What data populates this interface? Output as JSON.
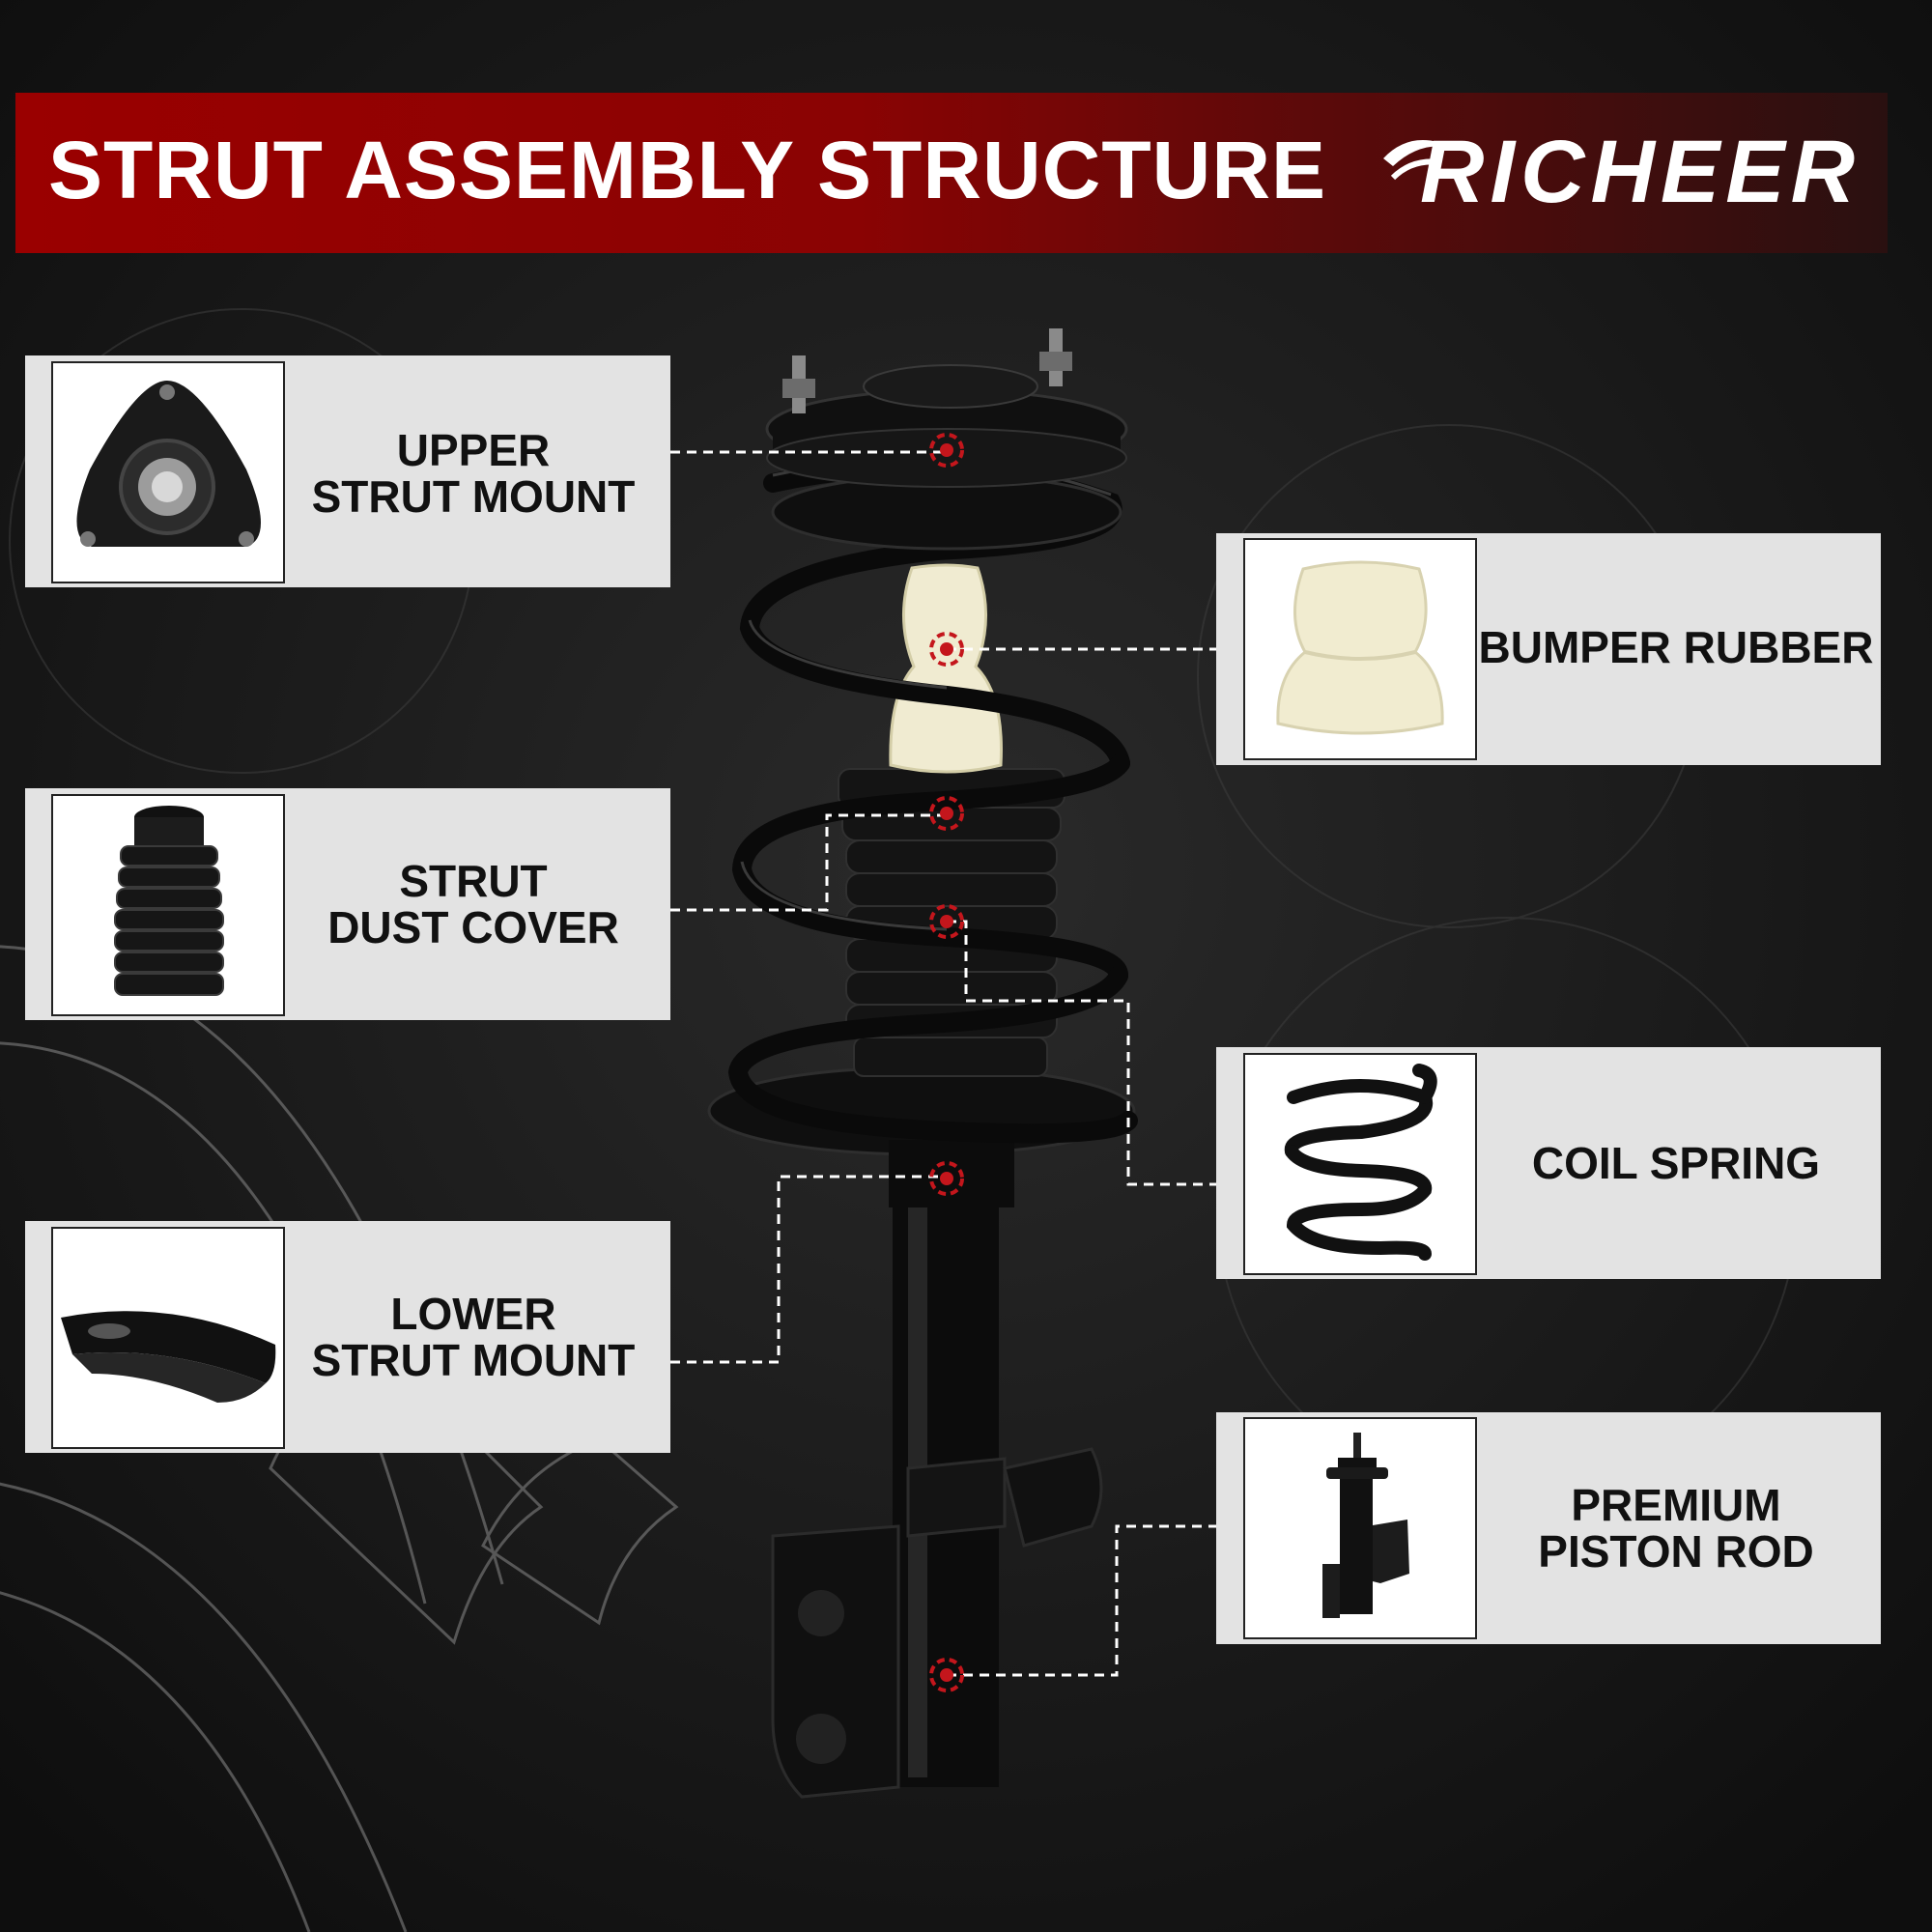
{
  "header": {
    "title": "STRUT ASSEMBLY STRUCTURE",
    "brand": "RICHEER"
  },
  "parts": {
    "upper_strut_mount": {
      "line1": "UPPER",
      "line2": "STRUT MOUNT"
    },
    "strut_dust_cover": {
      "line1": "STRUT",
      "line2": "DUST COVER"
    },
    "lower_strut_mount": {
      "line1": "LOWER",
      "line2": "STRUT MOUNT"
    },
    "bumper_rubber": {
      "line1": "BUMPER RUBBER"
    },
    "coil_spring": {
      "line1": "COIL SPRING"
    },
    "piston_rod": {
      "line1": "PREMIUM",
      "line2": "PISTON ROD"
    }
  },
  "colors": {
    "accent_red": "#c4161c",
    "banner_red": "#9a0000",
    "card_bg": "#e3e3e3",
    "background": "#141414"
  }
}
